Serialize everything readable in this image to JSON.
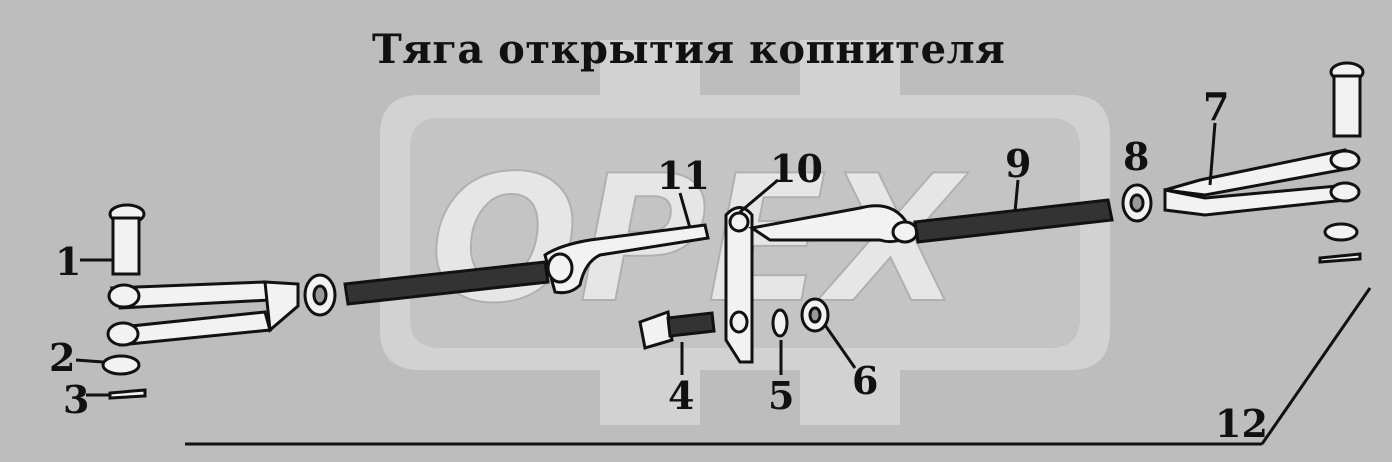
{
  "title": "Тяга открытия копнителя",
  "watermark": "OPEX",
  "part_numbers": {
    "p1": "1",
    "p2": "2",
    "p3": "3",
    "p4": "4",
    "p5": "5",
    "p6": "6",
    "p7": "7",
    "p8": "8",
    "p9": "9",
    "p10": "10",
    "p11": "11",
    "p12": "12"
  },
  "colors": {
    "background": "#bdbdbd",
    "watermark": "#d4d4d4",
    "ink": "#111111",
    "part_fill": "#f2f2f2"
  }
}
